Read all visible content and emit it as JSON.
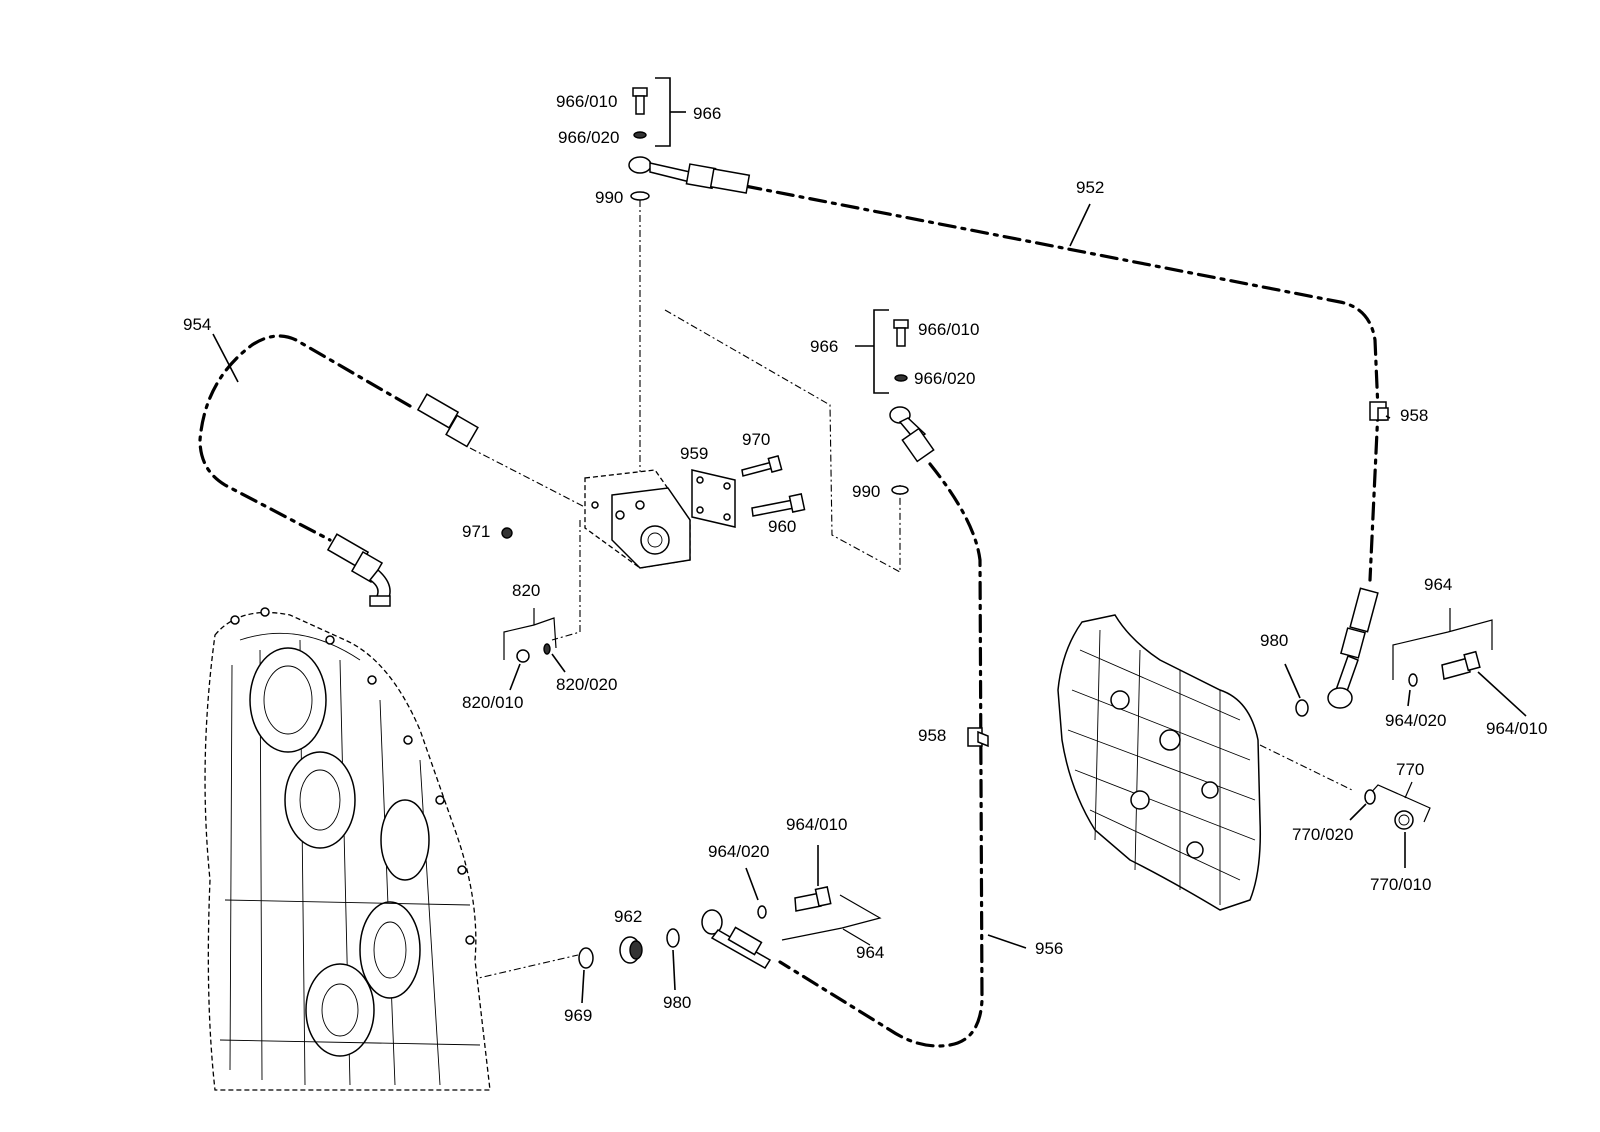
{
  "labels": [
    {
      "id": "l966_010_top",
      "text": "966/010"
    },
    {
      "id": "l966_020_top",
      "text": "966/020"
    },
    {
      "id": "l966_top",
      "text": "966"
    },
    {
      "id": "l990_top",
      "text": "990"
    },
    {
      "id": "l952",
      "text": "952"
    },
    {
      "id": "l954",
      "text": "954"
    },
    {
      "id": "l966_mid",
      "text": "966"
    },
    {
      "id": "l966_010_mid",
      "text": "966/010"
    },
    {
      "id": "l966_020_mid",
      "text": "966/020"
    },
    {
      "id": "l958_top",
      "text": "958"
    },
    {
      "id": "l959",
      "text": "959"
    },
    {
      "id": "l970",
      "text": "970"
    },
    {
      "id": "l960",
      "text": "960"
    },
    {
      "id": "l990_mid",
      "text": "990"
    },
    {
      "id": "l971",
      "text": "971"
    },
    {
      "id": "l820",
      "text": "820"
    },
    {
      "id": "l820_010",
      "text": "820/010"
    },
    {
      "id": "l820_020",
      "text": "820/020"
    },
    {
      "id": "l964_right",
      "text": "964"
    },
    {
      "id": "l980_right",
      "text": "980"
    },
    {
      "id": "l964_020_right",
      "text": "964/020"
    },
    {
      "id": "l964_010_right",
      "text": "964/010"
    },
    {
      "id": "l958_mid",
      "text": "958"
    },
    {
      "id": "l770",
      "text": "770"
    },
    {
      "id": "l770_020",
      "text": "770/020"
    },
    {
      "id": "l770_010",
      "text": "770/010"
    },
    {
      "id": "l964_010_bot",
      "text": "964/010"
    },
    {
      "id": "l964_020_bot",
      "text": "964/020"
    },
    {
      "id": "l962",
      "text": "962"
    },
    {
      "id": "l964_bot",
      "text": "964"
    },
    {
      "id": "l956",
      "text": "956"
    },
    {
      "id": "l969",
      "text": "969"
    },
    {
      "id": "l980_bot",
      "text": "980"
    }
  ]
}
